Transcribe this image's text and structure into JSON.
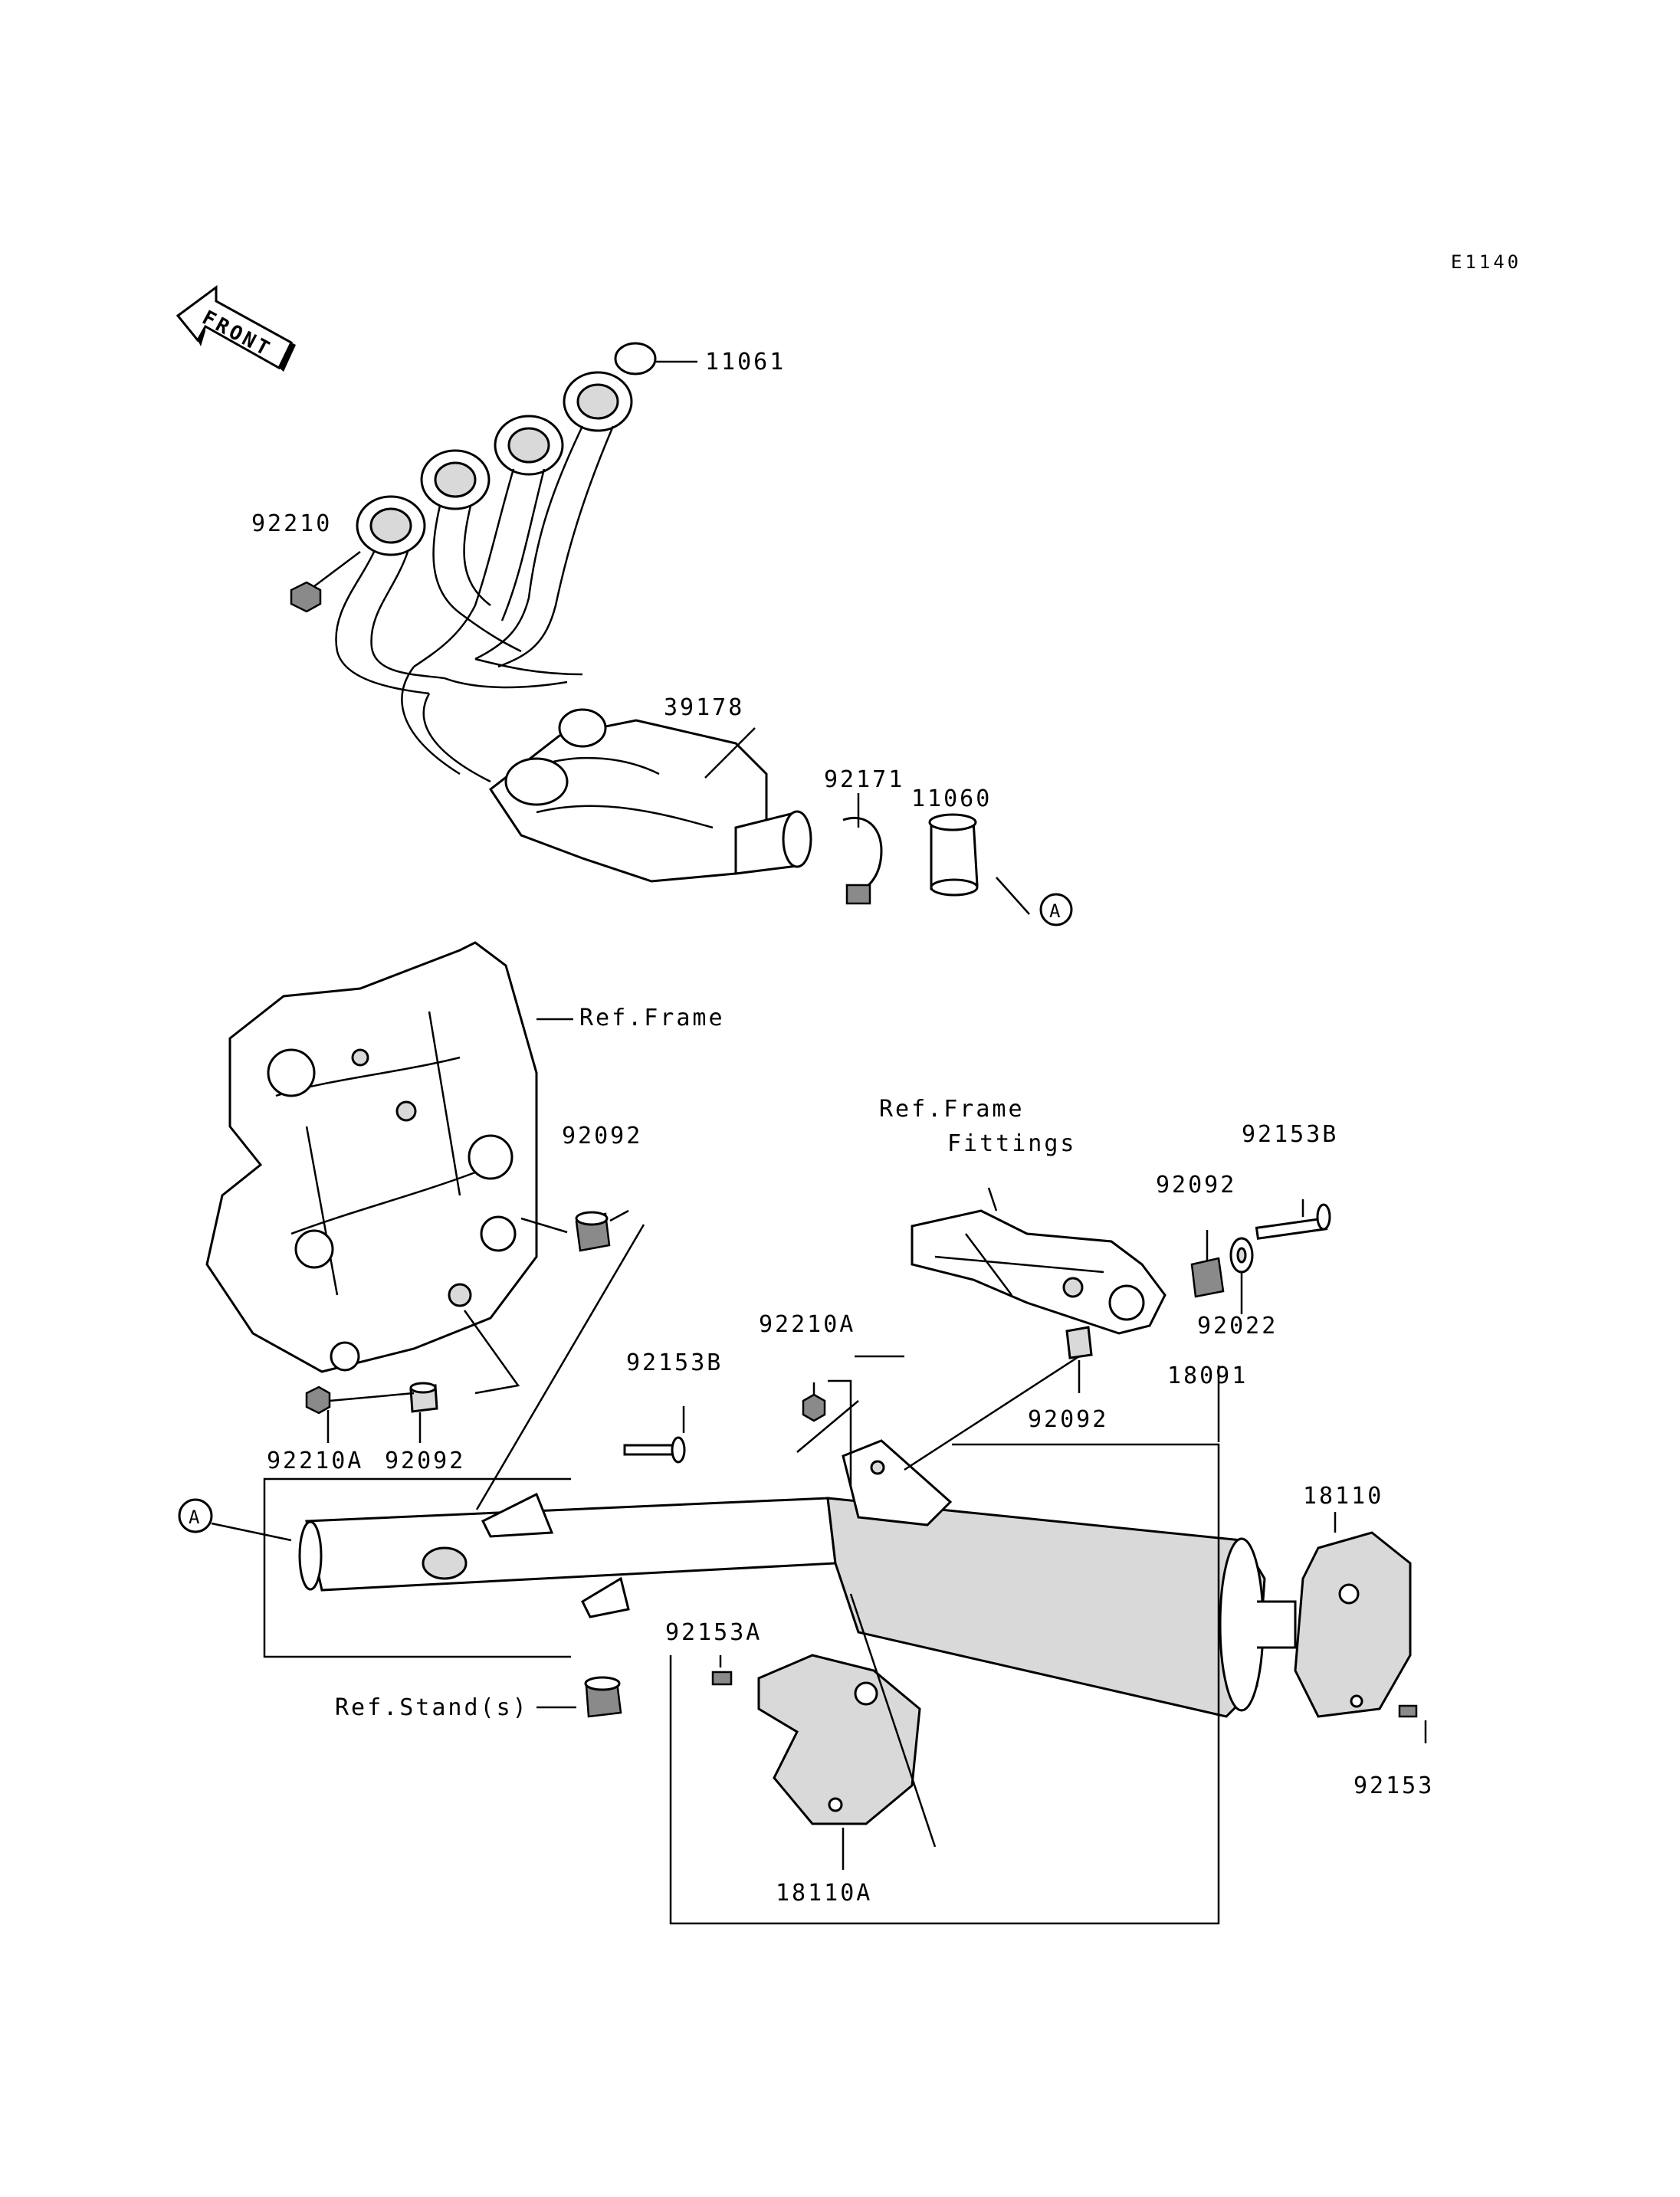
{
  "diagram_code": "E1140",
  "front_arrow": {
    "text": "FRONT",
    "icon": "front-direction-arrow-icon"
  },
  "labels": {
    "l11061": "11061",
    "l92210": "92210",
    "l39178": "39178",
    "l92171": "92171",
    "l11060": "11060",
    "ref_frame": "Ref.Frame",
    "l92092_a": "92092",
    "ref_frame_fittings_1": "Ref.Frame",
    "ref_frame_fittings_2": "Fittings",
    "l92153B_a": "92153B",
    "l92092_b": "92092",
    "l92022": "92022",
    "l92210A_a": "92210A",
    "l92153B_b": "92153B",
    "l92092_c": "92092",
    "l18091": "18091",
    "l92210A_b": "92210A",
    "l92092_d": "92092",
    "l18110": "18110",
    "l92153A": "92153A",
    "ref_stand": "Ref.Stand(s)",
    "l92153": "92153",
    "l18110A": "18110A"
  },
  "callouts": {
    "a_top": "A",
    "a_left": "A"
  }
}
